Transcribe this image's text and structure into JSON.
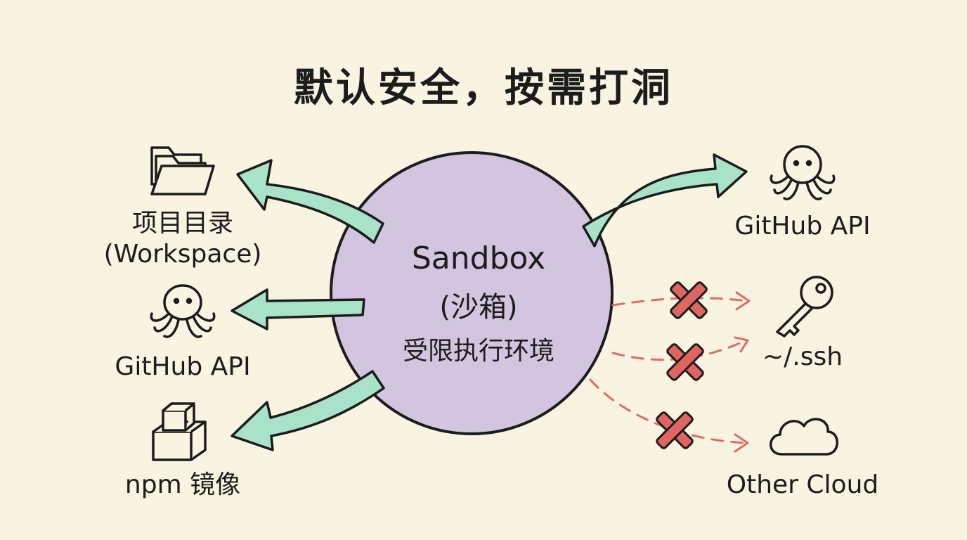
{
  "title": "默认安全，按需打洞",
  "sandbox": {
    "name": "Sandbox",
    "cn_name": "(沙箱)",
    "description": "受限执行环境"
  },
  "allowed": [
    {
      "label_line1": "项目目录",
      "label_line2": "(Workspace)",
      "icon": "folder-icon"
    },
    {
      "label_line1": "GitHub API",
      "icon": "octopus-icon"
    },
    {
      "label_line1": "npm 镜像",
      "icon": "package-boxes-icon"
    },
    {
      "label_line1": "GitHub API",
      "icon": "octopus-icon"
    }
  ],
  "blocked": [
    {
      "label": "~/.ssh",
      "icon": "key-icon"
    },
    {
      "label": "Other Cloud",
      "icon": "cloud-icon"
    }
  ],
  "colors": {
    "background": "#f8f4e1",
    "sandbox_fill": "#d3c5e0",
    "allowed_arrow": "#a8e3c9",
    "blocked_line": "#df6b66",
    "blocked_x": "#e06560",
    "ink": "#1c1c1c"
  }
}
